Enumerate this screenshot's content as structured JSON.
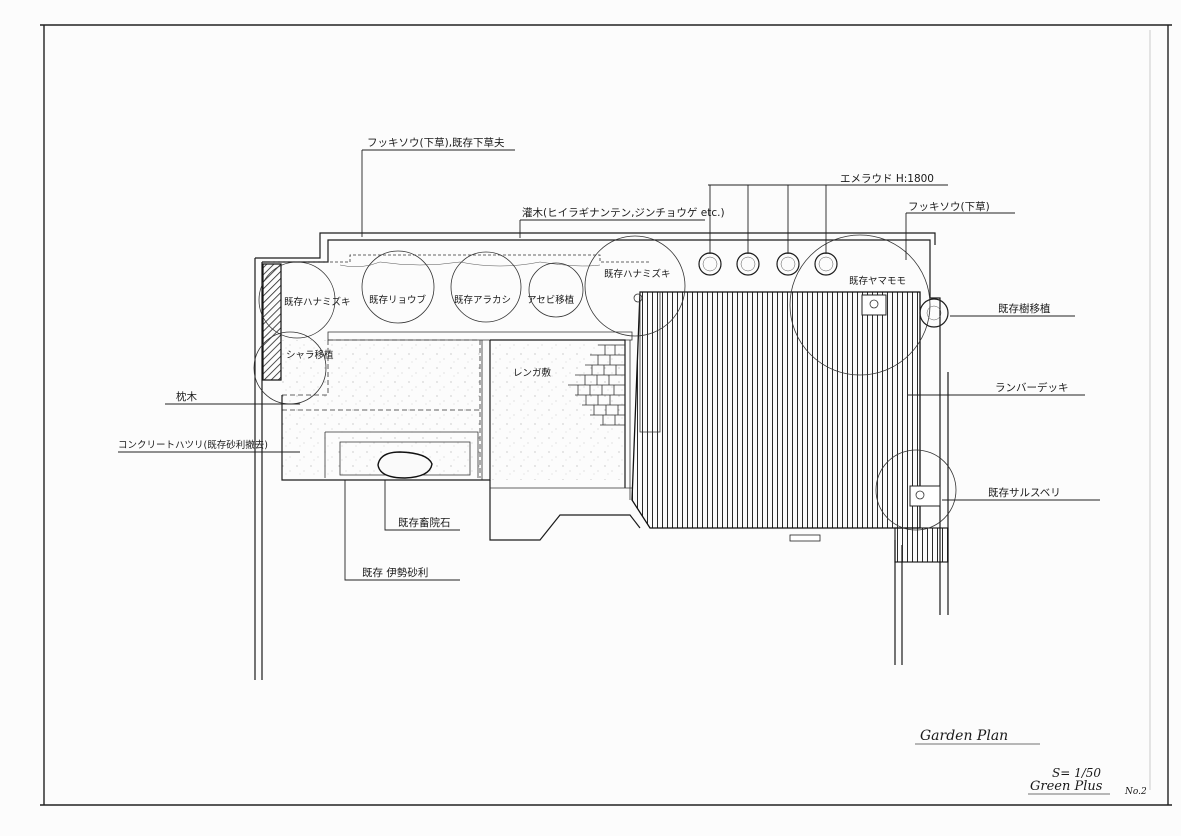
{
  "labels": {
    "fukisou_top": "フッキソウ(下草),既存下草夫",
    "emerald": "エメラウド H:1800",
    "fukisou_right": "フッキソウ(下草)",
    "shrubs": "灌木(ヒイラギナンテン,ジンチョウゲ etc.)",
    "hanamizuki_left": "既存ハナミズキ",
    "ryoubu": "既存リョウブ",
    "aodamo": "既存アラカシ",
    "asebi": "アセビ移植",
    "hanamizuki_center": "既存ハナミズキ",
    "yamamomo": "既存ヤマモモ",
    "existing_transplant": "既存樹移植",
    "shara": "シャラ移植",
    "makuragi": "枕木",
    "renga": "レンガ敷",
    "lumber_deck": "ランバーデッキ",
    "concrete": "コンクリートハツリ(既存砂利撤去)",
    "sarusuberi": "既存サルスベリ",
    "stone": "既存畜院石",
    "ise_gravel": "既存 伊勢砂利"
  },
  "titleblock": {
    "title": "Garden Plan",
    "scale": "S= 1/50",
    "company": "Green Plus",
    "sheet_no": "No.2"
  }
}
